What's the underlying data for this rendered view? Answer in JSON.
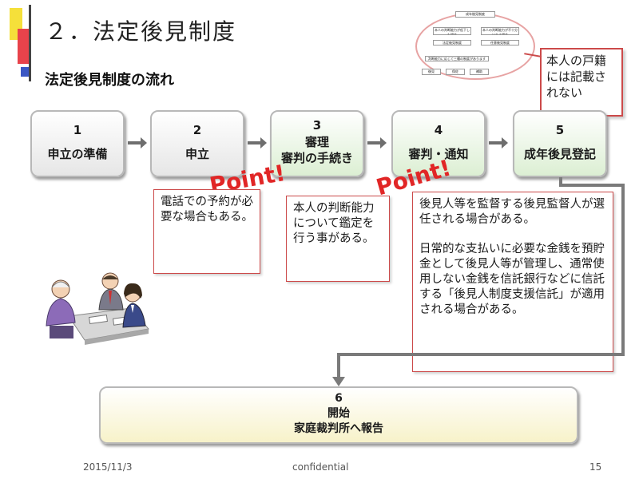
{
  "header": {
    "title": "２．法定後見制度",
    "subtitle": "法定後見制度の流れ"
  },
  "thumbnail": {
    "title": "成年後見制度",
    "box_left": "本人の判断能力が低下した場合",
    "box_right": "本人の判断能力が不十分にある場合",
    "sub_left": "法定後見制度",
    "sub_right": "任意後見制度",
    "note": "判断能力に応じて三種の制度があります",
    "small_1": "後見",
    "small_2": "保佐",
    "small_3": "補助"
  },
  "top_note": "本人の戸籍には記載されない",
  "steps": [
    {
      "number": "1",
      "label": "申立の準備"
    },
    {
      "number": "2",
      "label": "申立"
    },
    {
      "number": "3",
      "label": "審理\n審判の手続き"
    },
    {
      "number": "4",
      "label": "審判・通知"
    },
    {
      "number": "5",
      "label": "成年後見登記"
    }
  ],
  "points": [
    "Point!",
    "Point!"
  ],
  "notes": {
    "note1": "電話での予約が必要な場合もある。",
    "note2": "本人の判断能力について鑑定を行う事がある。",
    "note3_p1": "後見人等を監督する後見監督人が選任される場合がある。",
    "note3_p2": "日常的な支払いに必要な金銭を預貯金として後見人等が管理し、通常使用しない金銭を信託銀行などに信託する「後見人制度支援信託」が適用される場合がある。"
  },
  "final_step": {
    "number": "6",
    "line1": "開始",
    "line2": "家庭裁判所へ報告"
  },
  "footer": {
    "date": "2015/11/3",
    "label": "confidential",
    "page": "15"
  },
  "colors": {
    "accent_red": "#cc4a4a",
    "point_red": "#e12626",
    "step_green": "#dcefd3",
    "final_yellow": "#f7f2c9"
  }
}
